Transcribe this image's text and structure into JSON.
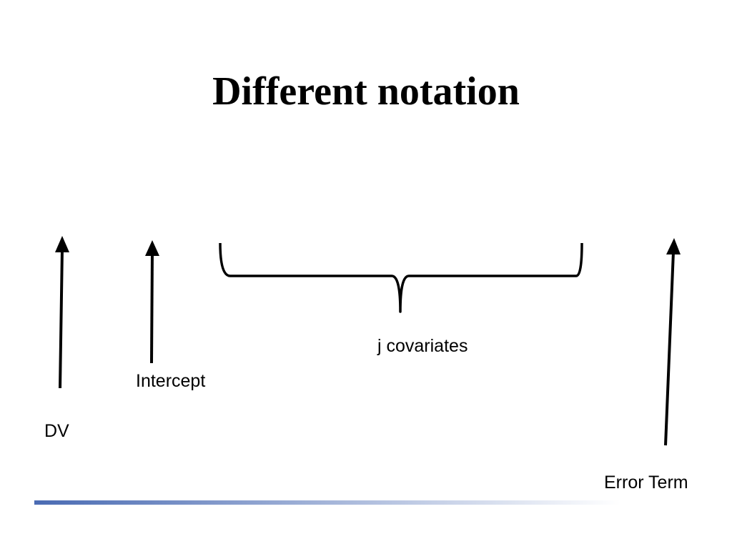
{
  "slide": {
    "title": "Different notation"
  },
  "labels": {
    "dv": "DV",
    "intercept": "Intercept",
    "covariates": "j covariates",
    "error_term": "Error Term"
  },
  "colors": {
    "text": "#000000",
    "background": "#ffffff",
    "footer_bar_start": "#4a6bb3",
    "footer_bar_end": "#ffffff"
  },
  "icons": {
    "arrows": [
      "arrow-up-icon",
      "arrow-up-icon",
      "arrow-up-icon"
    ],
    "brace": "curly-brace-icon"
  }
}
